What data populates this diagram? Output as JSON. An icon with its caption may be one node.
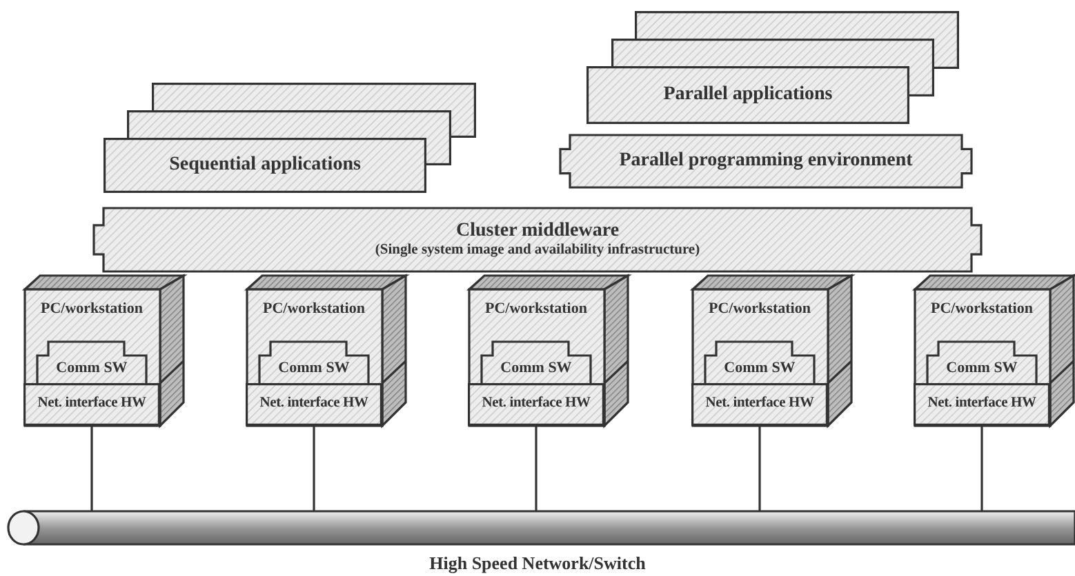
{
  "diagram": {
    "nodes": [
      {
        "text": [],
        "shape": "box"
      },
      {
        "text": [],
        "shape": "box"
      },
      {
        "text": [
          "Parallel applications"
        ]
      },
      {
        "text": [],
        "shape": "box"
      },
      {
        "text": [],
        "shape": "box"
      },
      {
        "text": [
          "Sequential applications"
        ]
      },
      {
        "text": [
          "Parallel programming environment"
        ]
      },
      {
        "text": [
          "Cluster middleware",
          "(Single system image and availability infrastructure)"
        ]
      },
      {
        "text": [
          "PC/workstation"
        ]
      },
      {
        "text": [
          "Comm SW"
        ],
        "in": 8
      },
      {
        "text": [
          "Net. interface HW"
        ],
        "in": 8
      },
      {
        "text": [
          "PC/workstation"
        ]
      },
      {
        "text": [
          "Comm SW"
        ],
        "in": 11
      },
      {
        "text": [
          "Net. interface HW"
        ],
        "in": 11
      },
      {
        "text": [
          "PC/workstation"
        ]
      },
      {
        "text": [
          "Comm SW"
        ],
        "in": 14
      },
      {
        "text": [
          "Net. interface HW"
        ],
        "in": 14
      },
      {
        "text": [
          "PC/workstation"
        ]
      },
      {
        "text": [
          "Comm SW"
        ],
        "in": 17
      },
      {
        "text": [
          "Net. interface HW"
        ],
        "in": 17
      },
      {
        "text": [
          "PC/workstation"
        ]
      },
      {
        "text": [
          "Comm SW"
        ],
        "in": 20
      },
      {
        "text": [
          "Net. interface HW"
        ],
        "in": 20
      },
      {
        "text": [],
        "shape": "cylinder"
      }
    ],
    "labels": [
      "High Speed Network/Switch"
    ],
    "edges": [
      {
        "from": 10,
        "to": 23,
        "arrow": "none"
      },
      {
        "from": 13,
        "to": 23,
        "arrow": "none"
      },
      {
        "from": 16,
        "to": 23,
        "arrow": "none"
      },
      {
        "from": 19,
        "to": 23,
        "arrow": "none"
      },
      {
        "from": 22,
        "to": 23,
        "arrow": "none"
      }
    ]
  }
}
